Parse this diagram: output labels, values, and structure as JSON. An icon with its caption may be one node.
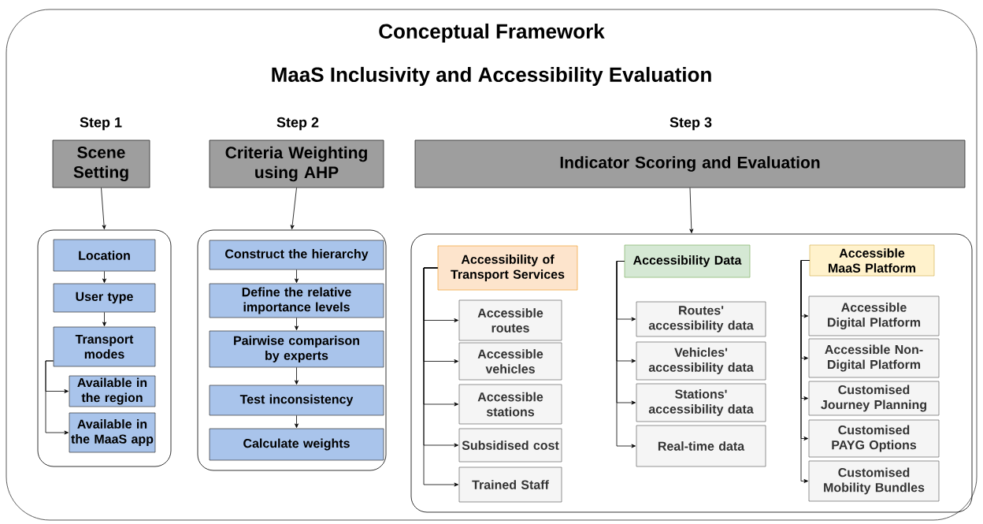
{
  "diagram": {
    "nodes": [
      {
        "text": [
          "Conceptual Framework",
          "MaaS Inclusivity and Accessibility Evaluation"
        ]
      },
      {
        "text": [
          "Scene Setting"
        ],
        "beside": [
          "Step 1"
        ],
        "in": 0
      },
      {
        "text": [],
        "shape": "box",
        "in": 0
      },
      {
        "text": [
          "Location"
        ],
        "in": 2
      },
      {
        "text": [
          "User type"
        ],
        "in": 2
      },
      {
        "text": [
          "Transport modes"
        ],
        "in": 2
      },
      {
        "text": [
          "Available in the region"
        ],
        "in": 2
      },
      {
        "text": [
          "Available in the MaaS app"
        ],
        "in": 2
      },
      {
        "text": [
          "Criteria Weighting using AHP"
        ],
        "beside": [
          "Step 2"
        ],
        "in": 0
      },
      {
        "text": [],
        "shape": "box",
        "in": 0
      },
      {
        "text": [
          "Construct the hierarchy"
        ],
        "in": 9
      },
      {
        "text": [
          "Define the relative importance levels"
        ],
        "in": 9
      },
      {
        "text": [
          "Pairwise comparison by experts"
        ],
        "in": 9
      },
      {
        "text": [
          "Test inconsistency"
        ],
        "in": 9
      },
      {
        "text": [
          "Calculate weights"
        ],
        "in": 9
      },
      {
        "text": [
          "Indicator Scoring and Evaluation"
        ],
        "beside": [
          "Step 3"
        ],
        "in": 0
      },
      {
        "text": [],
        "shape": "box",
        "in": 0
      },
      {
        "text": [
          "Accessibility of Transport Services"
        ],
        "in": 16
      },
      {
        "text": [
          "Accessible routes"
        ],
        "in": 16
      },
      {
        "text": [
          "Accessible vehicles"
        ],
        "in": 16
      },
      {
        "text": [
          "Accessible stations"
        ],
        "in": 16
      },
      {
        "text": [
          "Subsidised cost"
        ],
        "in": 16
      },
      {
        "text": [
          "Trained Staff"
        ],
        "in": 16
      },
      {
        "text": [
          "Accessibility Data"
        ],
        "in": 16
      },
      {
        "text": [
          "Routes' accessibility data"
        ],
        "in": 16
      },
      {
        "text": [
          "Vehicles' accessibility data"
        ],
        "in": 16
      },
      {
        "text": [
          "Stations' accessibility data"
        ],
        "in": 16
      },
      {
        "text": [
          "Real-time data"
        ],
        "in": 16
      },
      {
        "text": [
          "Accessible MaaS Platform"
        ],
        "in": 16
      },
      {
        "text": [
          "Accessible Digital Platform"
        ],
        "in": 16
      },
      {
        "text": [
          "Accessible Non-Digital Platform"
        ],
        "in": 16
      },
      {
        "text": [
          "Customised Journey Planning"
        ],
        "in": 16
      },
      {
        "text": [
          "Customised PAYG Options"
        ],
        "in": 16
      },
      {
        "text": [
          "Customised Mobility Bundles"
        ],
        "in": 16
      }
    ],
    "edges": [
      {
        "from": 1,
        "to": 2,
        "arrow": "to"
      },
      {
        "from": 3,
        "to": 4,
        "arrow": "to"
      },
      {
        "from": 4,
        "to": 5,
        "arrow": "to"
      },
      {
        "from": 5,
        "to": 6,
        "arrow": "to"
      },
      {
        "from": 5,
        "to": 7,
        "arrow": "to"
      },
      {
        "from": 8,
        "to": 9,
        "arrow": "to"
      },
      {
        "from": 10,
        "to": 11,
        "arrow": "to"
      },
      {
        "from": 11,
        "to": 12,
        "arrow": "to"
      },
      {
        "from": 12,
        "to": 13,
        "arrow": "to"
      },
      {
        "from": 13,
        "to": 14,
        "arrow": "to"
      },
      {
        "from": 15,
        "to": 16,
        "arrow": "to"
      },
      {
        "from": 17,
        "to": 18,
        "arrow": "to"
      },
      {
        "from": 17,
        "to": 19,
        "arrow": "to"
      },
      {
        "from": 17,
        "to": 20,
        "arrow": "to"
      },
      {
        "from": 17,
        "to": 21,
        "arrow": "to"
      },
      {
        "from": 17,
        "to": 22,
        "arrow": "to"
      },
      {
        "from": 23,
        "to": 24,
        "arrow": "to"
      },
      {
        "from": 23,
        "to": 25,
        "arrow": "to"
      },
      {
        "from": 23,
        "to": 26,
        "arrow": "to"
      },
      {
        "from": 23,
        "to": 27,
        "arrow": "to"
      },
      {
        "from": 28,
        "to": 29,
        "arrow": "to"
      },
      {
        "from": 28,
        "to": 30,
        "arrow": "to"
      },
      {
        "from": 28,
        "to": 31,
        "arrow": "to"
      },
      {
        "from": 28,
        "to": 32,
        "arrow": "to"
      },
      {
        "from": 28,
        "to": 33,
        "arrow": "to"
      }
    ]
  }
}
